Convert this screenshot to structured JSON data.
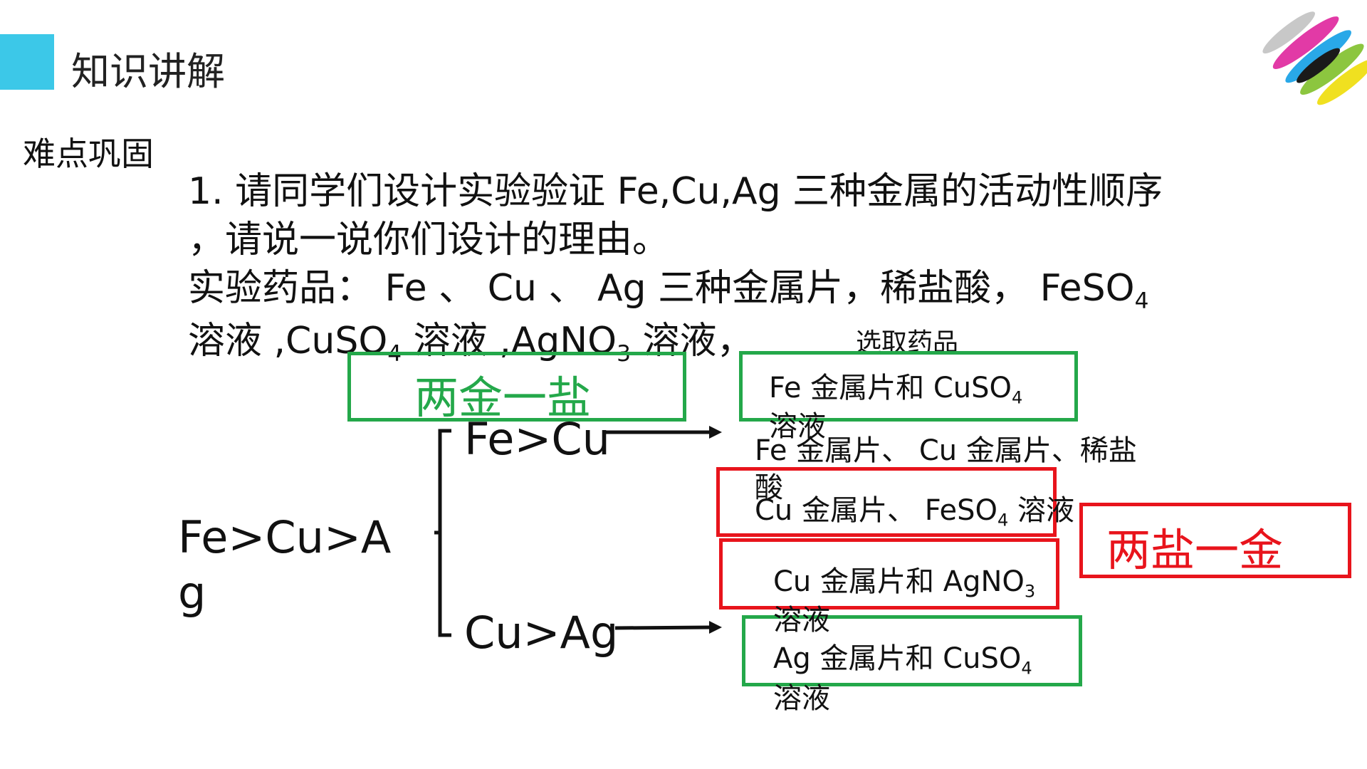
{
  "header": {
    "title": "知识讲解",
    "accent_color": "#3cc8e8"
  },
  "section_label": "难点巩固",
  "question": {
    "line1": "1. 请同学们设计实验验证 Fe,Cu,Ag 三种金属的活动性顺序",
    "line2": "，请说一说你们设计的理由。"
  },
  "reagents": {
    "prefix": "实验药品： Fe 、 Cu 、 Ag 三种金属片，稀盐酸， FeSO",
    "feso4_sub": "4",
    "line2_a": "溶液 ,CuSO",
    "cuso4_sub": "4",
    "line2_b": " 溶液 ,AgNO",
    "agno3_sub": "3",
    "line2_c": " 溶液，"
  },
  "select_label": "选取药品",
  "diagram": {
    "main_order_1": "Fe>Cu>A",
    "main_order_2": "g",
    "branch_top": "Fe>Cu",
    "branch_bottom": "Cu>Ag",
    "label_two_metal_one_salt": "两金一盐",
    "label_two_salt_one_metal": "两盐一金",
    "colors": {
      "green": "#24a84a",
      "red": "#e8141c"
    }
  },
  "options": {
    "fe_cuso4": {
      "text": "Fe 金属片和 CuSO",
      "sub": "4",
      "line2": "溶液"
    },
    "fe_cu_hcl": {
      "line1": "Fe 金属片、 Cu 金属片、稀盐",
      "line2": "酸"
    },
    "cu_feso4": {
      "text": "Cu 金属片、 FeSO",
      "sub": "4",
      "suffix": " 溶液"
    },
    "cu_agno3": {
      "text": "Cu 金属片和 AgNO",
      "sub": "3",
      "line2": "溶液"
    },
    "ag_cuso4": {
      "text": "Ag 金属片和 CuSO",
      "sub": "4",
      "line2": "溶液"
    }
  }
}
